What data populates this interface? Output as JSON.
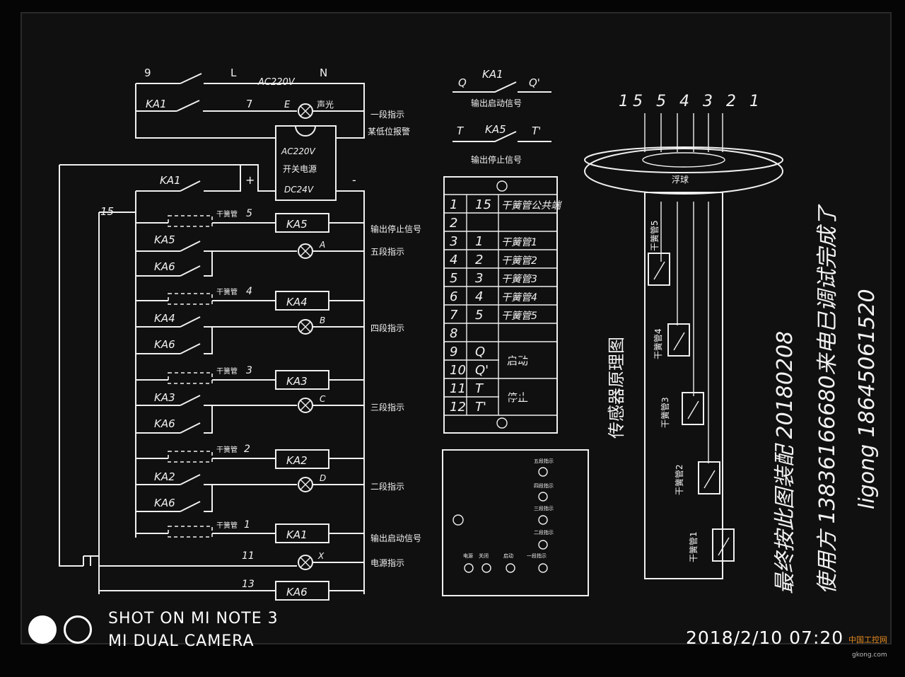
{
  "top_circuit": {
    "t9": "9",
    "tL": "L",
    "voltage": "AC220V",
    "tN": "N",
    "ka1": "KA1",
    "t7": "7",
    "tE": "E",
    "sound_light": "声光",
    "stage1_l1": "一段指示",
    "stage1_l2": "某低位报警"
  },
  "psu": {
    "l1": "AC220V",
    "l2": "开关电源",
    "l3": "DC24V",
    "plus": "+",
    "minus": "-"
  },
  "ladder": {
    "ka1_top": "KA1",
    "n15": "15",
    "reed_label": "干簧管",
    "n5": "5",
    "n4": "4",
    "n3": "3",
    "n2": "2",
    "n1": "1",
    "n11": "11",
    "n13": "13",
    "ka5": "KA5",
    "ka4": "KA4",
    "ka3": "KA3",
    "ka2": "KA2",
    "ka6": "KA6",
    "ka1": "KA1",
    "lA": "A",
    "lB": "B",
    "lC": "C",
    "lD": "D",
    "lX": "X",
    "out_stop": "输出停止信号",
    "stage5": "五段指示",
    "stage4": "四段指示",
    "stage3": "三段指示",
    "stage2": "二段指示",
    "out_start": "输出启动信号",
    "power": "电源指示"
  },
  "signals": {
    "q": "Q",
    "ka1": "KA1",
    "q2": "Q'",
    "start": "输出启动信号",
    "t": "T",
    "ka5": "KA5",
    "t2": "T'",
    "stop": "输出停止信号"
  },
  "terminal_table": {
    "rows": [
      [
        "1",
        "15",
        "干簧管公共端"
      ],
      [
        "2",
        "",
        ""
      ],
      [
        "3",
        "1",
        "干簧管1"
      ],
      [
        "4",
        "2",
        "干簧管2"
      ],
      [
        "5",
        "3",
        "干簧管3"
      ],
      [
        "6",
        "4",
        "干簧管4"
      ],
      [
        "7",
        "5",
        "干簧管5"
      ],
      [
        "8",
        "",
        ""
      ],
      [
        "9",
        "Q",
        ""
      ],
      [
        "10",
        "Q'",
        ""
      ],
      [
        "11",
        "T",
        ""
      ],
      [
        "12",
        "T'",
        ""
      ]
    ],
    "start": "启动",
    "stop": "停止"
  },
  "panel": {
    "p5": "五段指示",
    "p4": "四段指示",
    "p3": "三段指示",
    "p2": "二段指示",
    "p1": "一段指示",
    "b1": "电源",
    "b2": "关闭",
    "b3": "启动"
  },
  "sensor": {
    "wires": "15 5 4 3 2 1",
    "float": "浮球",
    "title": "传感器原理图",
    "r5": "干簧管5",
    "r4": "干簧管4",
    "r3": "干簧管3",
    "r2": "干簧管2",
    "r1": "干簧管1"
  },
  "note": {
    "line1": "最终按此图装配 20180208",
    "line2": "使用方 13836166680来电已调试完成了",
    "line3": "ligong 18645061520"
  },
  "watermark": {
    "line1": "SHOT ON MI NOTE 3",
    "line2": "MI DUAL CAMERA"
  },
  "timestamp": "2018/2/10  07:20",
  "site_logo": "中国工控网",
  "site_url": "gkong.com"
}
